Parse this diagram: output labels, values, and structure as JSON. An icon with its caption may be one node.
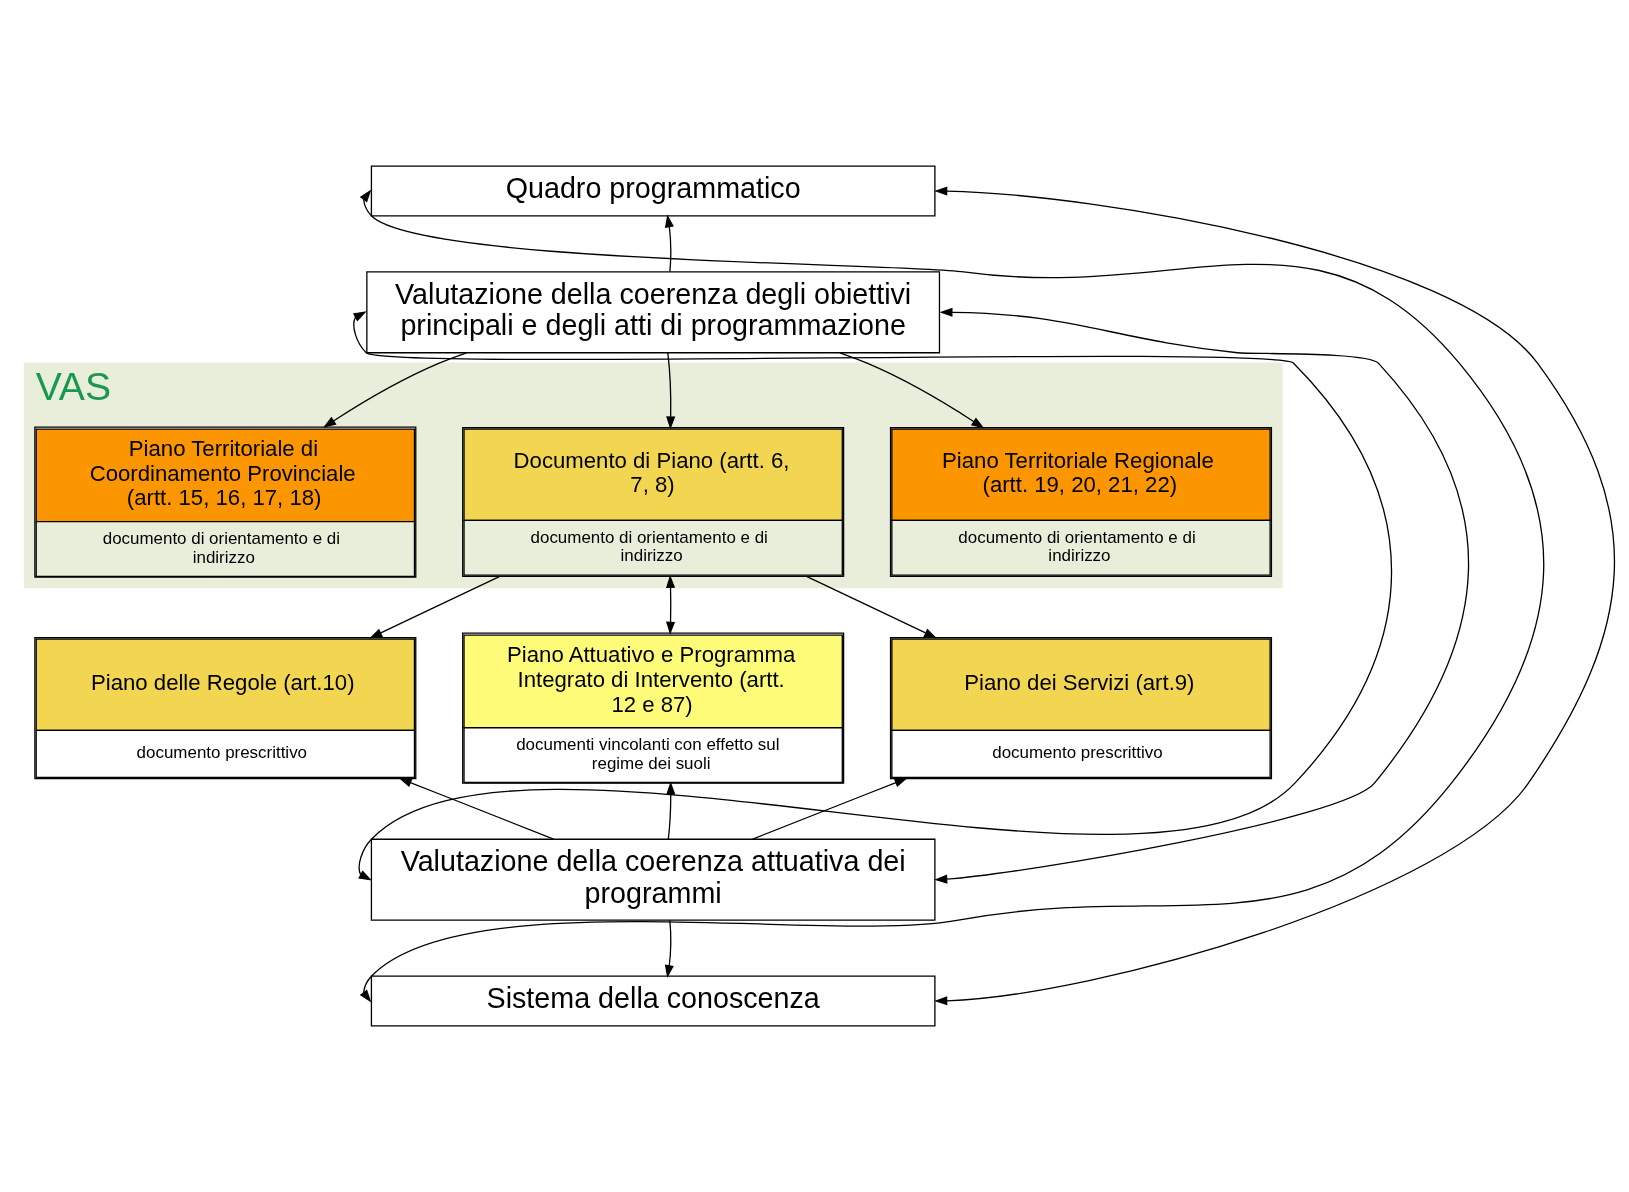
{
  "diagram": {
    "nodes": [
      {
        "text": [
          "Quadro programmatico"
        ]
      },
      {
        "text": [
          "Valutazione della coerenza degli obiettivi principali e degli atti di programmazione"
        ]
      },
      {
        "text": [
          "VAS"
        ]
      },
      {
        "text": [
          "Piano Territoriale Regionale (artt. 19, 20, 21, 22)",
          "documento di orientamento e di indirizzo"
        ],
        "in": 2
      },
      {
        "text": [
          "Documento di Piano (artt. 6, 7, 8)",
          "documento di orientamento e di indirizzo"
        ],
        "in": 2
      },
      {
        "text": [
          "Piano Territoriale di Coordinamento Provinciale (artt. 15, 16, 17, 18)",
          "documento di orientamento e di indirizzo"
        ],
        "in": 2
      },
      {
        "text": [
          "Piano delle Regole (art.10)",
          "documento prescrittivo"
        ]
      },
      {
        "text": [
          "Piano Attuativo e Programma Integrato di Intervento (artt. 12 e 87)",
          "documenti vincolanti con effetto sul regime dei suoli"
        ]
      },
      {
        "text": [
          "Piano dei Servizi (art.9)",
          "documento prescrittivo"
        ]
      },
      {
        "text": [
          "Valutazione della coerenza attuativa dei programmi"
        ]
      },
      {
        "text": [
          "Sistema della conoscenza"
        ]
      }
    ],
    "edges": [
      {
        "from": 1,
        "to": 0,
        "arrow": "to"
      },
      {
        "from": 1,
        "to": 3,
        "arrow": "to"
      },
      {
        "from": 1,
        "to": 4,
        "arrow": "to"
      },
      {
        "from": 1,
        "to": 5,
        "arrow": "to"
      },
      {
        "from": 4,
        "to": 6,
        "arrow": "to"
      },
      {
        "from": 4,
        "to": 7,
        "arrow": "both"
      },
      {
        "from": 4,
        "to": 8,
        "arrow": "to"
      },
      {
        "from": 9,
        "to": 6,
        "arrow": "to"
      },
      {
        "from": 9,
        "to": 7,
        "arrow": "to"
      },
      {
        "from": 9,
        "to": 8,
        "arrow": "to"
      },
      {
        "from": 9,
        "to": 10,
        "arrow": "to"
      },
      {
        "from": 0,
        "to": 10,
        "arrow": "both"
      },
      {
        "from": 0,
        "to": 10,
        "arrow": "both"
      },
      {
        "from": 1,
        "to": 9,
        "arrow": "both"
      },
      {
        "from": 1,
        "to": 9,
        "arrow": "both"
      }
    ]
  }
}
